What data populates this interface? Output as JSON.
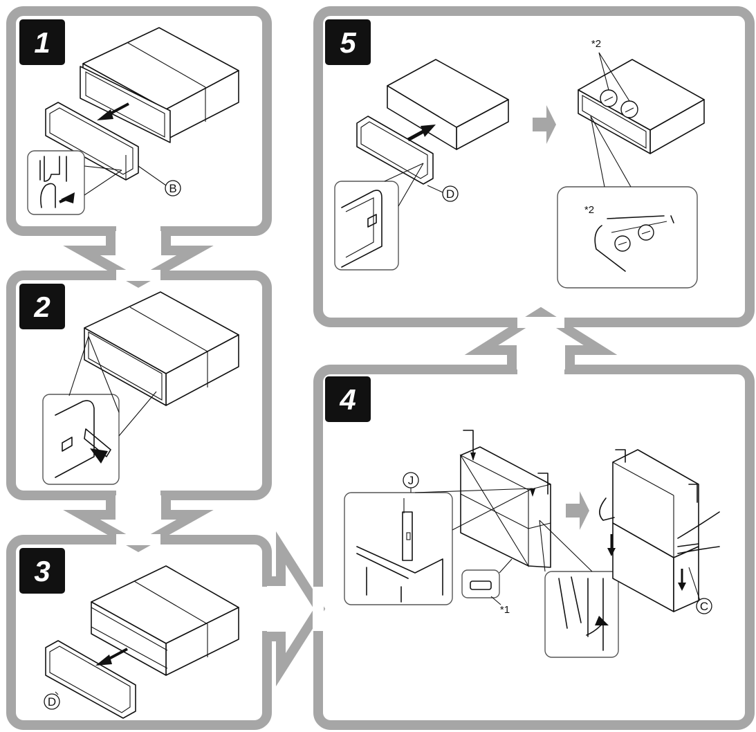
{
  "steps": [
    {
      "number": "1",
      "callouts": [
        "B"
      ]
    },
    {
      "number": "2",
      "callouts": []
    },
    {
      "number": "3",
      "callouts": [
        "D"
      ]
    },
    {
      "number": "4",
      "callouts": [
        "J",
        "C"
      ],
      "notes": [
        "*1"
      ]
    },
    {
      "number": "5",
      "callouts": [
        "D"
      ],
      "notes": [
        "*2",
        "*2"
      ]
    }
  ],
  "colors": {
    "frame": "#a6a6a6",
    "badge": "#111111",
    "line": "#111111",
    "inset_border": "#555555"
  }
}
